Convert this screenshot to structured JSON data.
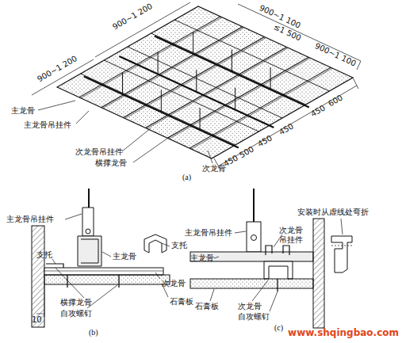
{
  "diagram": {
    "labels": [
      "900~1 200",
      "900~1 200",
      "900~1 100",
      "≤1 500",
      "900~1 100",
      "450",
      "500",
      "450",
      "450",
      "450",
      "600",
      "主龙骨",
      "主龙骨吊挂件",
      "次龙骨吊挂件",
      "横撑龙骨",
      "次龙骨",
      "(a)",
      "主龙骨吊挂件",
      "支托",
      "主龙骨",
      "支托",
      "次龙骨",
      "石膏板",
      "横撑龙骨",
      "自攻螺钉",
      "10",
      "(b)",
      "主龙骨吊挂件",
      "主龙骨",
      "次龙骨吊挂件",
      "安装时从虚线处弯折",
      "石膏板",
      "次龙骨",
      "自攻螺钉",
      "(c)",
      "www.shqingbao.com"
    ]
  }
}
